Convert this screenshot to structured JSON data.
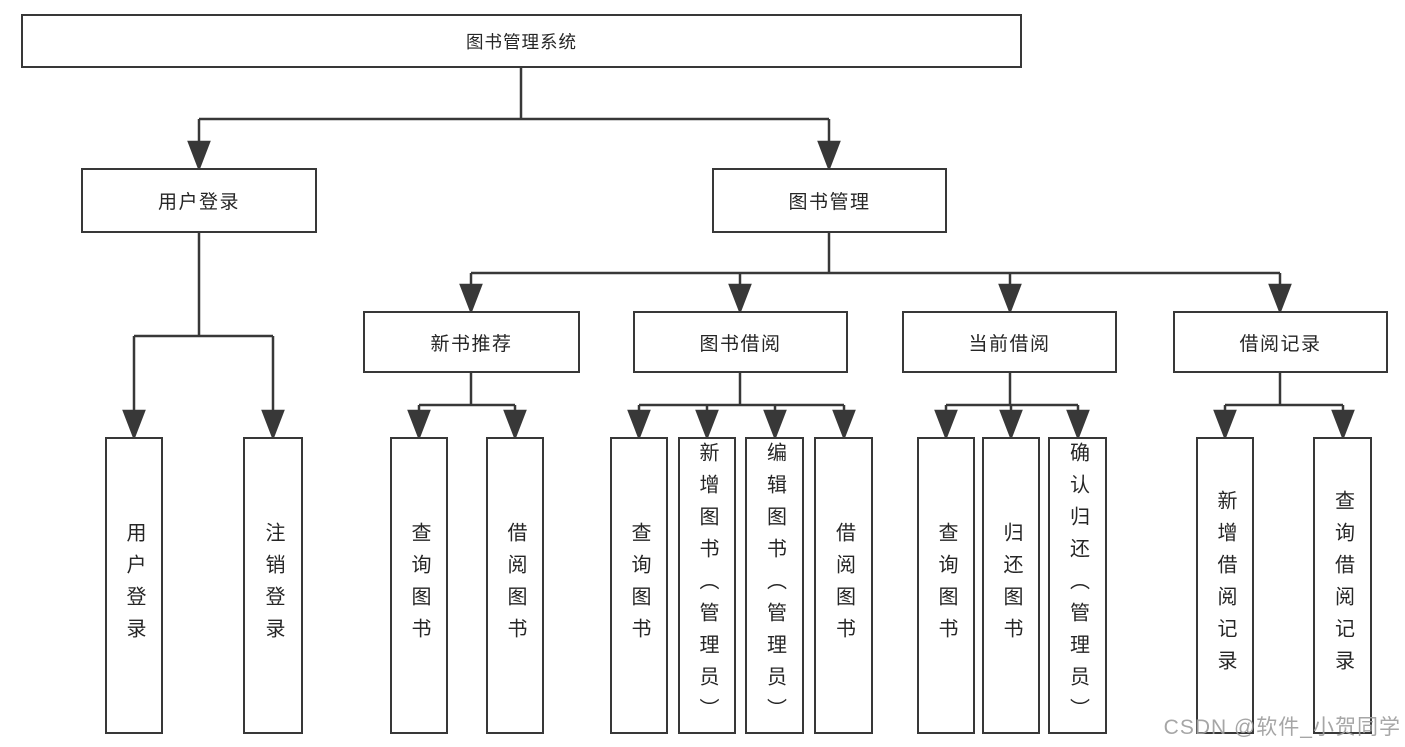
{
  "tree": {
    "label": "图书管理系统",
    "children": [
      {
        "label": "用户登录",
        "children": [
          {
            "label": "用户登录"
          },
          {
            "label": "注销登录"
          }
        ]
      },
      {
        "label": "图书管理",
        "children": [
          {
            "label": "新书推荐",
            "children": [
              {
                "label": "查询图书"
              },
              {
                "label": "借阅图书"
              }
            ]
          },
          {
            "label": "图书借阅",
            "children": [
              {
                "label": "查询图书"
              },
              {
                "label": "新增图书（管理员）"
              },
              {
                "label": "编辑图书（管理员）"
              },
              {
                "label": "借阅图书"
              }
            ]
          },
          {
            "label": "当前借阅",
            "children": [
              {
                "label": "查询图书"
              },
              {
                "label": "归还图书"
              },
              {
                "label": "确认归还（管理员）"
              }
            ]
          },
          {
            "label": "借阅记录",
            "children": [
              {
                "label": "新增借阅记录"
              },
              {
                "label": "查询借阅记录"
              }
            ]
          }
        ]
      }
    ]
  },
  "watermark": {
    "text": "CSDN @软件_小贺同学"
  },
  "colors": {
    "line": "#383838",
    "box_border": "#383838",
    "text": "#262626",
    "watermark": "#9e9e9e",
    "background": "#ffffff"
  }
}
